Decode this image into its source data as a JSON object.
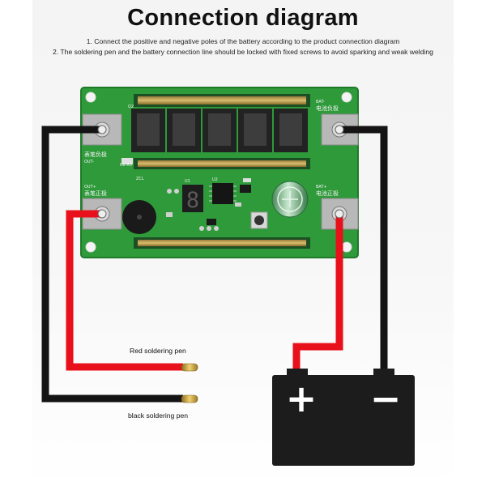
{
  "title": "Connection diagram",
  "instructions": [
    "1. Connect the positive and negative poles of the battery according to the product connection diagram",
    "2. The soldering pen and the battery connection line should be locked with fixed screws to avoid sparking and weak welding"
  ],
  "labels": {
    "red_pen": "Red soldering pen",
    "black_pen": "black soldering pen"
  },
  "board": {
    "silk_pen_negative": "表笔负极",
    "silk_pen_negative_code": "OUT-",
    "silk_pen_positive": "表笔正极",
    "silk_pen_positive_code": "OUT+",
    "silk_battery_negative": "电池负极",
    "silk_battery_negative_code": "BAT-",
    "silk_battery_positive": "电池正极",
    "silk_battery_positive_code": "BAT+",
    "silk_q": "Q2",
    "silk_u": "U1",
    "silk_u2": "U2",
    "silk_r": "R8 R5",
    "silk_zcl": "ZCL",
    "display_digit": "8"
  },
  "battery": {
    "positive_symbol": "+",
    "negative_symbol": "−"
  },
  "colors": {
    "pcb": "#2e9a3a",
    "red_wire": "#e8101a",
    "black_wire": "#141414",
    "battery_body": "#1c1c1c"
  }
}
